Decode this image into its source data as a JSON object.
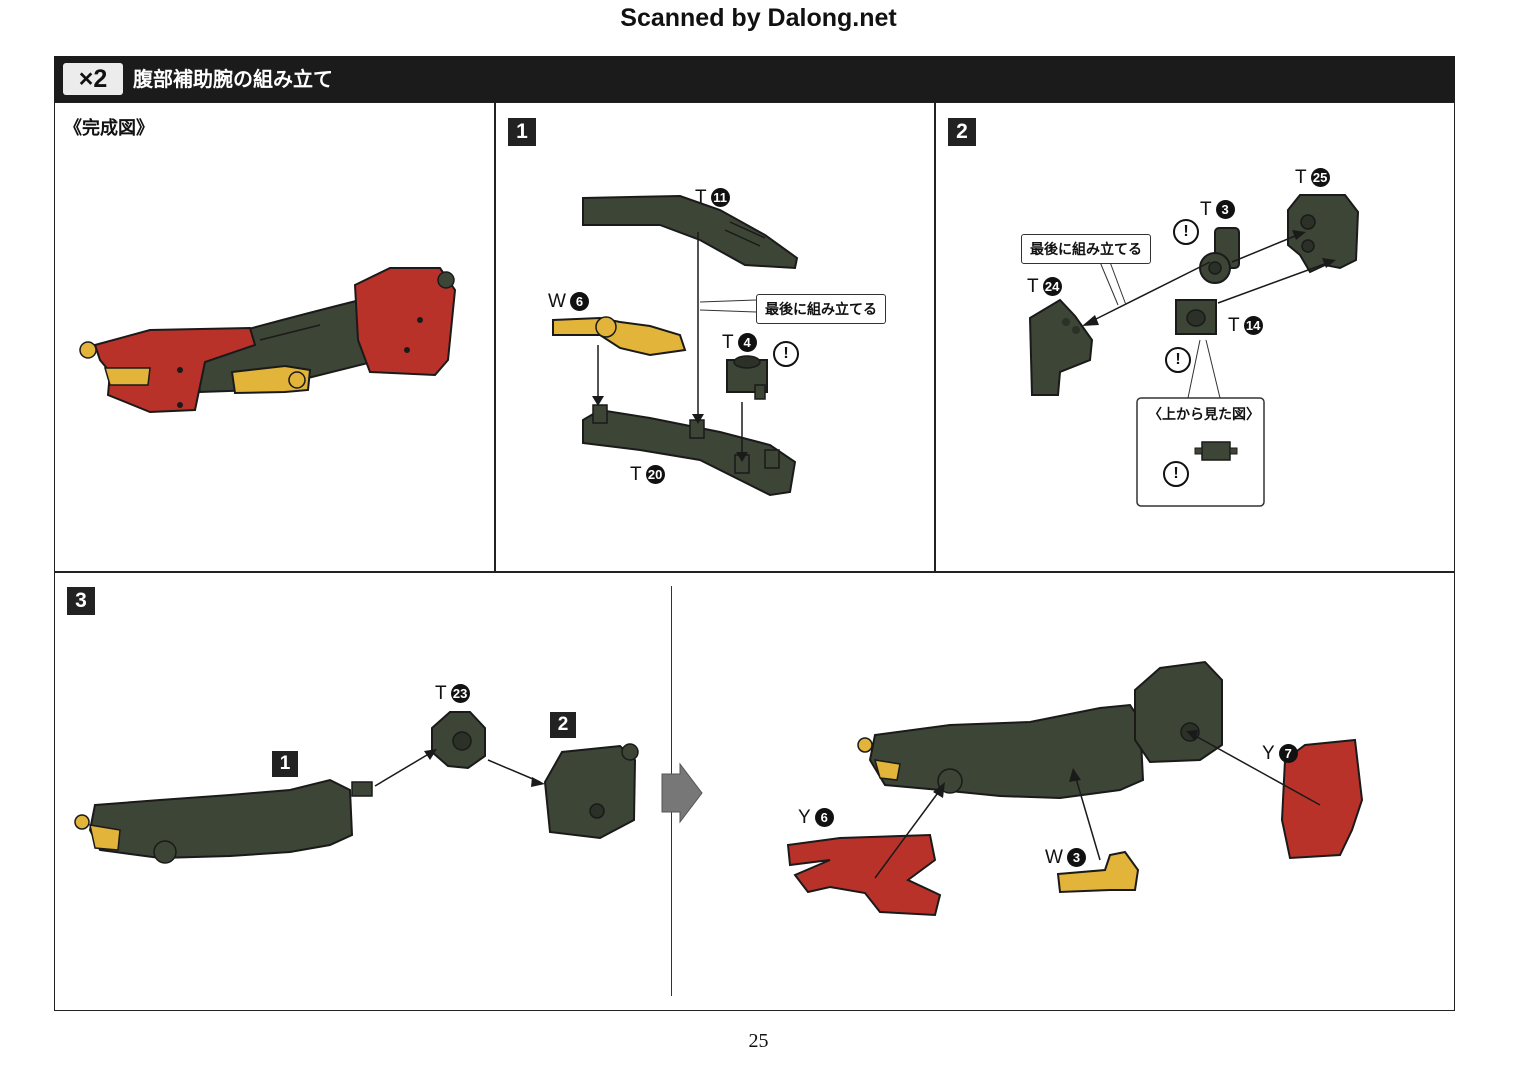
{
  "scan_credit": "Scanned by Dalong.net",
  "header": {
    "multiplier": "×2",
    "title": "腹部補助腕の組み立て"
  },
  "completed_panel": {
    "label": "《完成図》"
  },
  "step1": {
    "number": "1",
    "parts": [
      {
        "letter": "T",
        "num": "11"
      },
      {
        "letter": "W",
        "num": "6"
      },
      {
        "letter": "T",
        "num": "4"
      },
      {
        "letter": "T",
        "num": "20"
      }
    ],
    "callout": "最後に組み立てる"
  },
  "step2": {
    "number": "2",
    "parts": [
      {
        "letter": "T",
        "num": "25"
      },
      {
        "letter": "T",
        "num": "3"
      },
      {
        "letter": "T",
        "num": "24"
      },
      {
        "letter": "T",
        "num": "14"
      }
    ],
    "callout": "最後に組み立てる",
    "top_view_label": "〈上から見た図〉"
  },
  "step3": {
    "number": "3",
    "ref_step1": "1",
    "ref_step2": "2",
    "parts": [
      {
        "letter": "T",
        "num": "23"
      },
      {
        "letter": "Y",
        "num": "7"
      },
      {
        "letter": "Y",
        "num": "6"
      },
      {
        "letter": "W",
        "num": "3"
      }
    ]
  },
  "alert_symbol": "!",
  "page_number": "25",
  "colors": {
    "header_bg": "#1b1b1b",
    "part_dark_green": "#3d4536",
    "part_red": "#b8322a",
    "part_yellow": "#e2b43a"
  }
}
